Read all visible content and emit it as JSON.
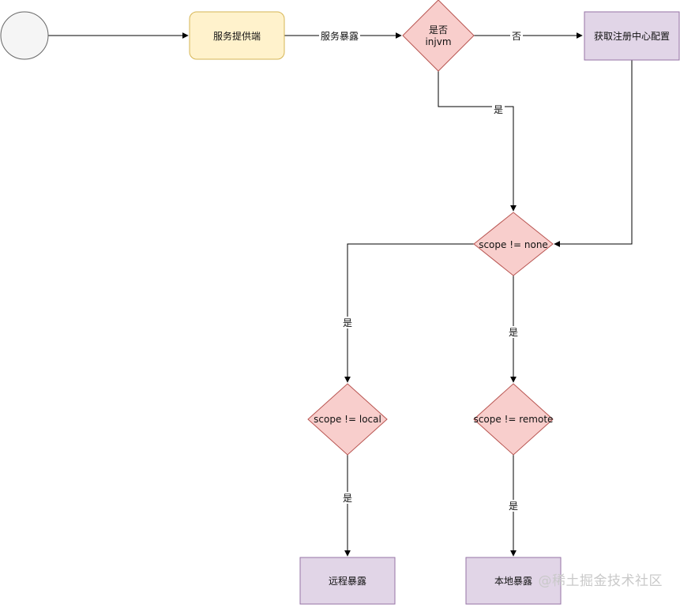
{
  "diagram": {
    "nodes": {
      "start": {
        "label": ""
      },
      "provider": {
        "label": "服务提供端",
        "fill": "#fff2cc",
        "stroke": "#d6b656"
      },
      "is_injvm": {
        "label_line1": "是否",
        "label_line2": "injvm",
        "fill": "#f8cecc",
        "stroke": "#b85450"
      },
      "registry_config": {
        "label": "获取注册中心配置",
        "fill": "#e1d5e7",
        "stroke": "#9673a6"
      },
      "scope_none": {
        "label": "scope != none",
        "fill": "#f8cecc",
        "stroke": "#b85450"
      },
      "scope_local": {
        "label": "scope != local",
        "fill": "#f8cecc",
        "stroke": "#b85450"
      },
      "scope_remote": {
        "label": "scope != remote",
        "fill": "#f8cecc",
        "stroke": "#b85450"
      },
      "remote_export": {
        "label": "远程暴露",
        "fill": "#e1d5e7",
        "stroke": "#9673a6"
      },
      "local_export": {
        "label": "本地暴露",
        "fill": "#e1d5e7",
        "stroke": "#9673a6"
      }
    },
    "edges": {
      "provider_to_injvm": {
        "label": "服务暴露"
      },
      "injvm_no": {
        "label": "否"
      },
      "injvm_yes": {
        "label": "是"
      },
      "none_to_local": {
        "label": "是"
      },
      "none_to_remote": {
        "label": "是"
      },
      "local_to_remote_export": {
        "label": "是"
      },
      "remote_to_local_export": {
        "label": "是"
      }
    }
  },
  "watermark": "@稀土掘金技术社区"
}
